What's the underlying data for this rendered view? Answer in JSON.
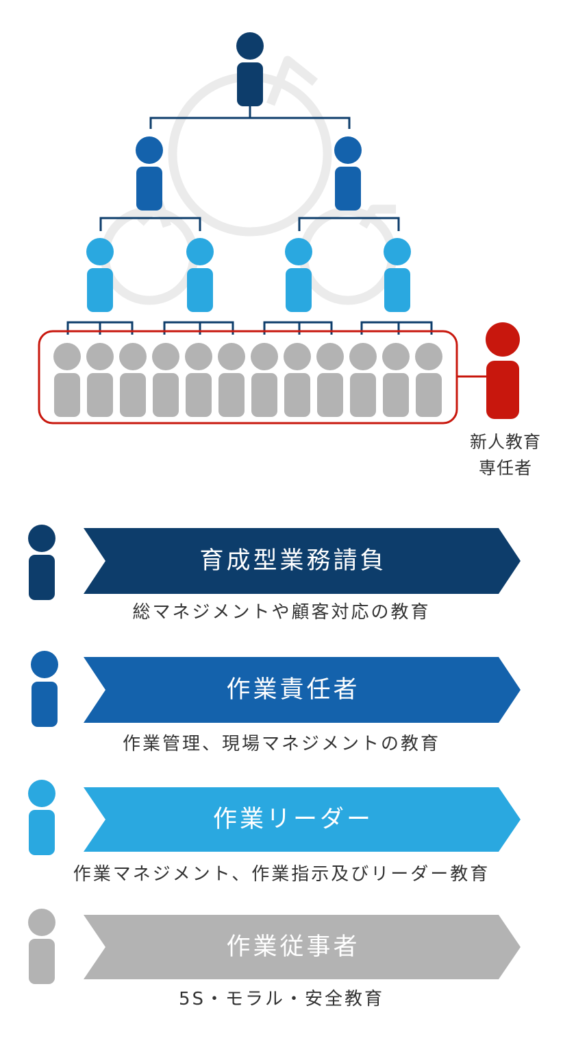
{
  "colors": {
    "navy": "#0d3d6b",
    "blue": "#1462ac",
    "light_blue": "#2aa8e0",
    "gray": "#b3b3b3",
    "red": "#c8170d",
    "cycle": "#ebebeb",
    "text": "#333333"
  },
  "side_person": {
    "label_line1": "新人教育",
    "label_line2": "専任者",
    "icon": "person-icon"
  },
  "tiers": [
    {
      "title": "育成型業務請負",
      "description": "総マネジメントや顧客対応の教育",
      "color": "#0d3d6b",
      "icon": "person-icon"
    },
    {
      "title": "作業責任者",
      "description": "作業管理、現場マネジメントの教育",
      "color": "#1462ac",
      "icon": "person-icon"
    },
    {
      "title": "作業リーダー",
      "description": "作業マネジメント、作業指示及びリーダー教育",
      "color": "#2aa8e0",
      "icon": "person-icon"
    },
    {
      "title": "作業従事者",
      "description": "5S・モラル・安全教育",
      "color": "#b3b3b3",
      "icon": "person-icon"
    }
  ]
}
